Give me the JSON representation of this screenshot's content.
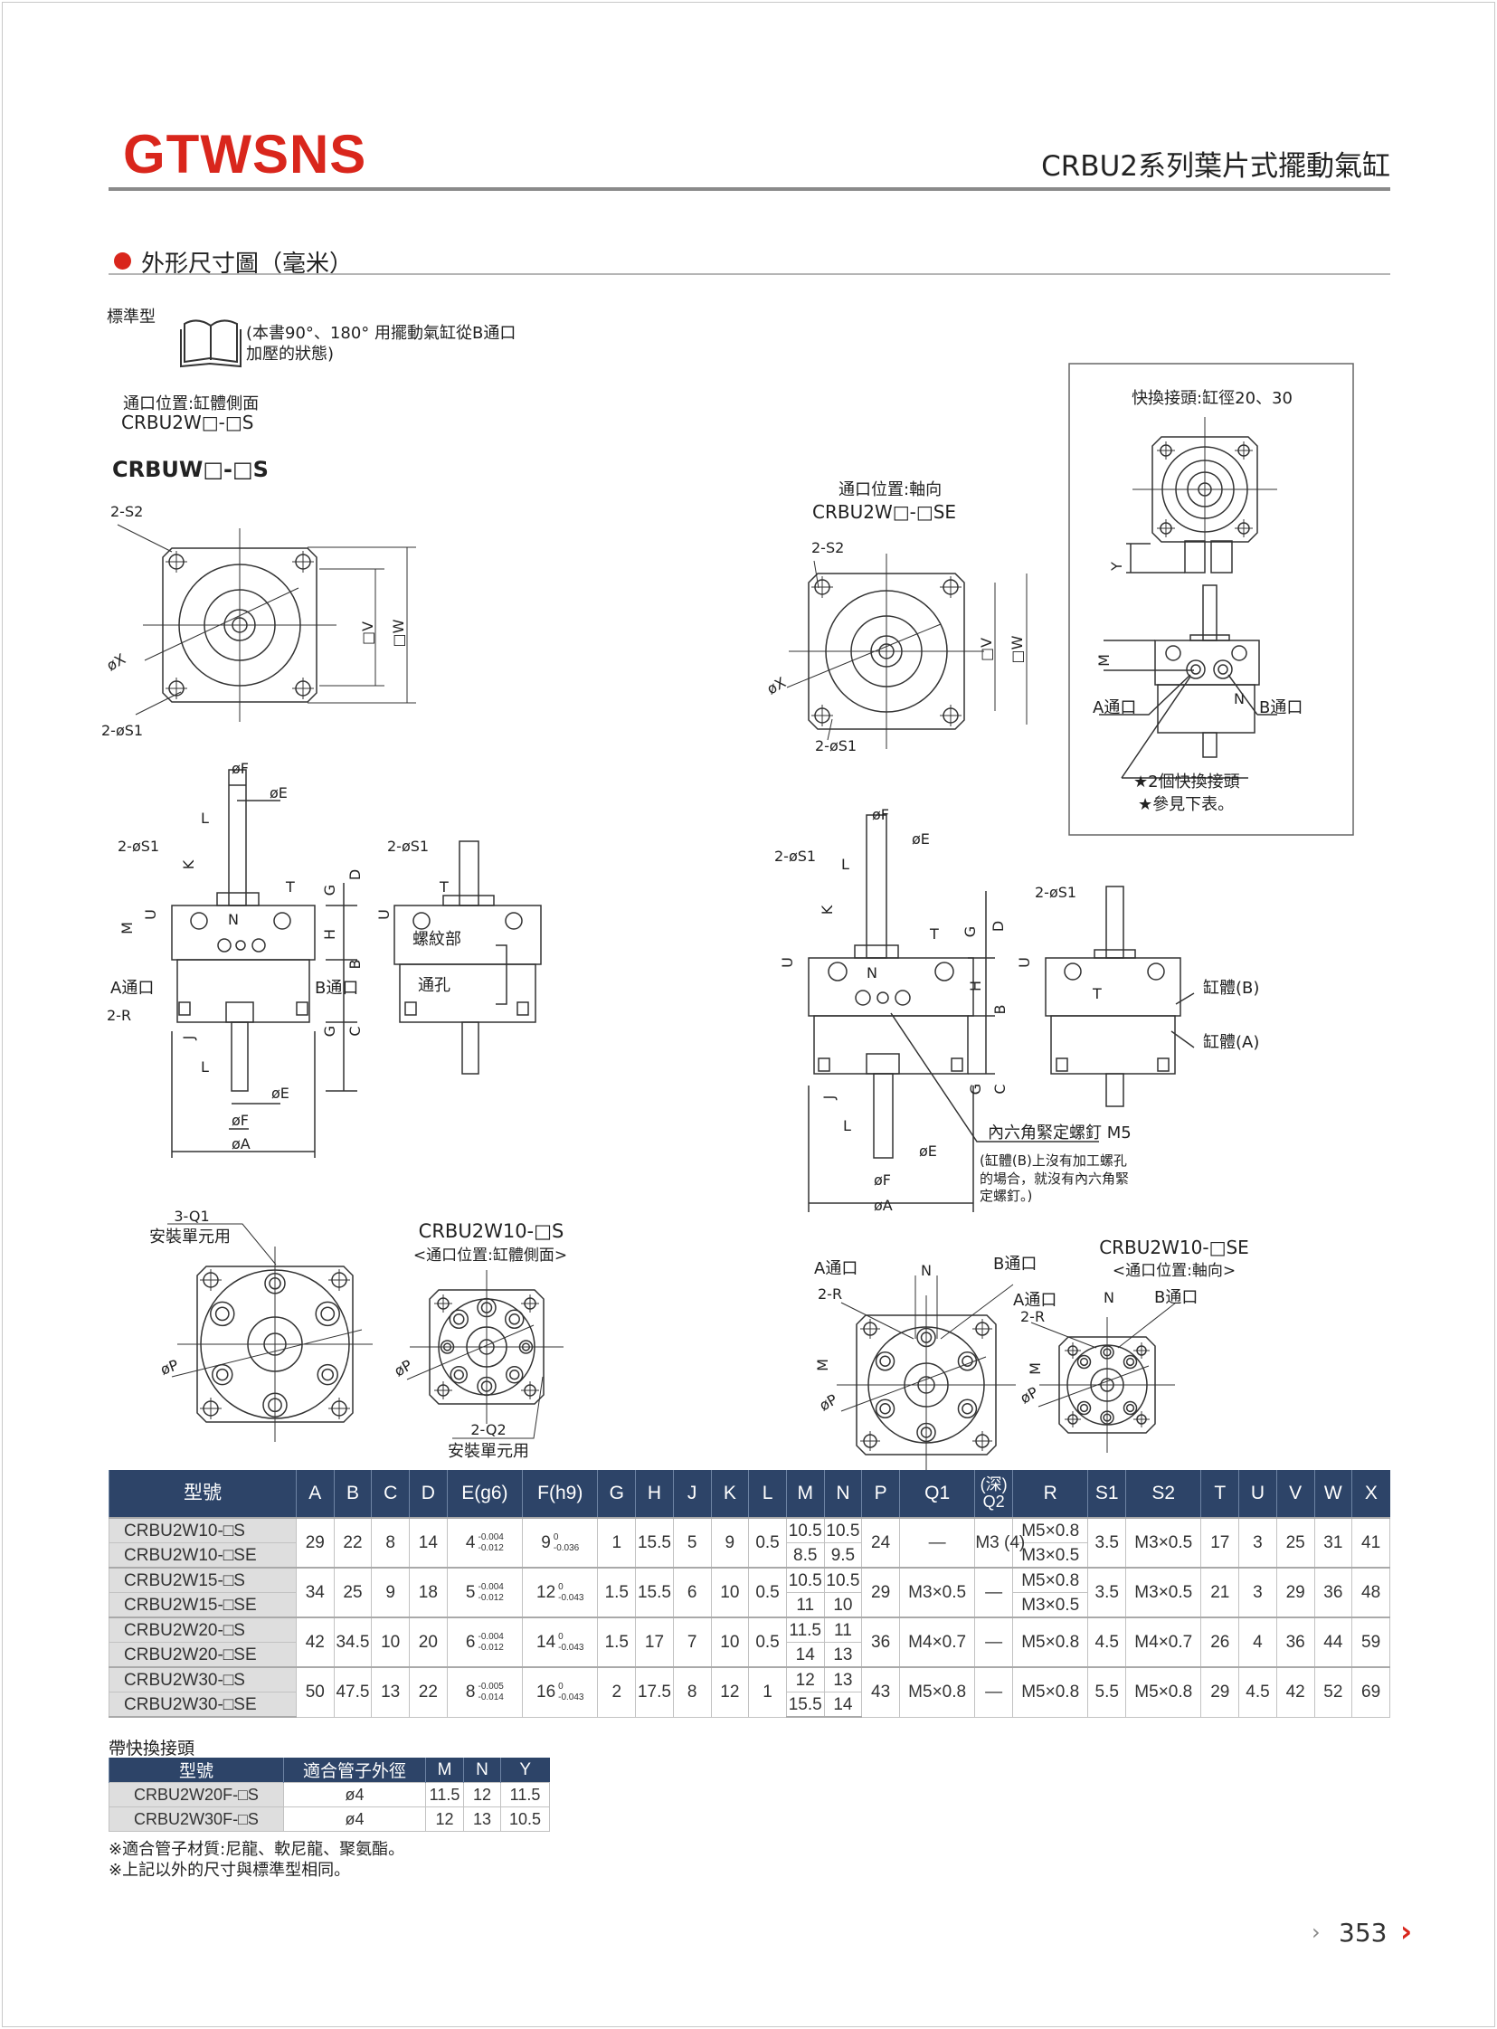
{
  "header": {
    "logo": "GTWSNS",
    "title": "CRBU2系列葉片式擺動氣缸"
  },
  "section": {
    "title": "外形尺寸圖（毫米）"
  },
  "intro": {
    "type_label": "標準型",
    "note_line1": "(本書90°、180° 用擺動氣缸從B通口",
    "note_line2": "加壓的狀態)",
    "port_pos_label": "通口位置:缸體側面",
    "port_pos_model": "CRBU2W□-□S",
    "model_heading": "CRBUW□-□S"
  },
  "d_left_plan": {
    "s2": "2-S2",
    "x": "øX",
    "s1": "2-øS1",
    "v": "□V",
    "w": "□W"
  },
  "d_axial": {
    "port_pos": "通口位置:軸向",
    "model": "CRBU2W□-□SE",
    "s2": "2-S2",
    "x": "øX",
    "s1": "2-øS1",
    "v": "□V",
    "w": "□W"
  },
  "d_quick": {
    "title": "快換接頭:缸徑20、30",
    "y": "Y",
    "m": "M",
    "a_port": "A通口",
    "b_port": "B通口",
    "n": "N",
    "note1": "★2個快換接頭",
    "note2": "★參見下表。"
  },
  "d_left_side": {
    "f": "øF",
    "e": "øE",
    "l": "L",
    "s1": "2-øS1",
    "k": "K",
    "t": "T",
    "g": "G",
    "d": "D",
    "u": "U",
    "m": "M",
    "n": "N",
    "h": "H",
    "b": "B",
    "a_port": "A通口",
    "b_port": "B通口",
    "r": "2-R",
    "g2": "G",
    "c": "C",
    "j": "J",
    "l2": "L",
    "e2": "øE",
    "f2": "øF",
    "a": "øA"
  },
  "d_left_side2": {
    "s1": "2-øS1",
    "t": "T",
    "u": "U",
    "thread": "螺紋部",
    "through": "通孔"
  },
  "d_mid_side": {
    "f": "øF",
    "e": "øE",
    "s1": "2-øS1",
    "l": "L",
    "k": "K",
    "t": "T",
    "g": "G",
    "d": "D",
    "u": "U",
    "n": "N",
    "h": "H",
    "b": "B",
    "g2": "G",
    "c": "C",
    "j": "J",
    "l2": "L",
    "e2": "øE",
    "f2": "øF",
    "a": "øA",
    "screw": "內六角緊定螺釘 M5",
    "note1": "(缸體(B)上沒有加工螺孔",
    "note2": "的場合，就沒有內六角緊",
    "note3": "定螺釘。)"
  },
  "d_right_side": {
    "s1": "2-øS1",
    "u": "U",
    "t": "T",
    "body_b": "缸體(B)",
    "body_a": "缸體(A)"
  },
  "d_bottom1": {
    "q1": "3-Q1",
    "mount": "安裝單元用",
    "p": "øP"
  },
  "d_bottom2": {
    "title": "CRBU2W10-□S",
    "sub": "<通口位置:缸體側面>",
    "q2": "2-Q2",
    "mount": "安裝單元用",
    "p": "øP"
  },
  "d_bottom3": {
    "a_port": "A通口",
    "n": "N",
    "b_port": "B通口",
    "r": "2-R",
    "m": "M",
    "p": "øP"
  },
  "d_bottom4": {
    "title": "CRBU2W10-□SE",
    "sub": "<通口位置:軸向>",
    "a_port": "A通口",
    "n": "N",
    "b_port": "B通口",
    "r": "2-R",
    "m": "M",
    "p": "øP"
  },
  "table": {
    "model_header": "型號",
    "columns": [
      "A",
      "B",
      "C",
      "D",
      "E(g6)",
      "F(h9)",
      "G",
      "H",
      "J",
      "K",
      "L",
      "M",
      "N",
      "P",
      "Q1",
      "(深)\nQ2",
      "R",
      "S1",
      "S2",
      "T",
      "U",
      "V",
      "W",
      "X"
    ],
    "keys": [
      "A",
      "B",
      "C",
      "D",
      "E",
      "F",
      "G",
      "H",
      "J",
      "K",
      "L",
      "M",
      "N",
      "P",
      "Q1",
      "Q2",
      "R",
      "S1",
      "S2",
      "T",
      "U",
      "V",
      "W",
      "X"
    ],
    "groups": [
      {
        "models": [
          "CRBU2W10-□S",
          "CRBU2W10-□SE"
        ],
        "A": "29",
        "B": "22",
        "C": "8",
        "D": "14",
        "E": {
          "v": "4",
          "up": "-0.004",
          "lo": "-0.012"
        },
        "F": {
          "v": "9",
          "up": "0",
          "lo": "-0.036"
        },
        "G": "1",
        "H": "15.5",
        "J": "5",
        "K": "9",
        "L": "0.5",
        "M": [
          "10.5",
          "8.5"
        ],
        "N": [
          "10.5",
          "9.5"
        ],
        "P": "24",
        "Q1": "—",
        "Q2": "M3\n(4)",
        "R": [
          "M5×0.8",
          "M3×0.5"
        ],
        "S1": "3.5",
        "S2": "M3×0.5",
        "T": "17",
        "U": "3",
        "V": "25",
        "W": "31",
        "X": "41"
      },
      {
        "models": [
          "CRBU2W15-□S",
          "CRBU2W15-□SE"
        ],
        "A": "34",
        "B": "25",
        "C": "9",
        "D": "18",
        "E": {
          "v": "5",
          "up": "-0.004",
          "lo": "-0.012"
        },
        "F": {
          "v": "12",
          "up": "0",
          "lo": "-0.043"
        },
        "G": "1.5",
        "H": "15.5",
        "J": "6",
        "K": "10",
        "L": "0.5",
        "M": [
          "10.5",
          "11"
        ],
        "N": [
          "10.5",
          "10"
        ],
        "P": "29",
        "Q1": "M3×0.5",
        "Q2": "—",
        "R": [
          "M5×0.8",
          "M3×0.5"
        ],
        "S1": "3.5",
        "S2": "M3×0.5",
        "T": "21",
        "U": "3",
        "V": "29",
        "W": "36",
        "X": "48"
      },
      {
        "models": [
          "CRBU2W20-□S",
          "CRBU2W20-□SE"
        ],
        "A": "42",
        "B": "34.5",
        "C": "10",
        "D": "20",
        "E": {
          "v": "6",
          "up": "-0.004",
          "lo": "-0.012"
        },
        "F": {
          "v": "14",
          "up": "0",
          "lo": "-0.043"
        },
        "G": "1.5",
        "H": "17",
        "J": "7",
        "K": "10",
        "L": "0.5",
        "M": [
          "11.5",
          "14"
        ],
        "N": [
          "11",
          "13"
        ],
        "P": "36",
        "Q1": "M4×0.7",
        "Q2": "—",
        "R": "M5×0.8",
        "S1": "4.5",
        "S2": "M4×0.7",
        "T": "26",
        "U": "4",
        "V": "36",
        "W": "44",
        "X": "59"
      },
      {
        "models": [
          "CRBU2W30-□S",
          "CRBU2W30-□SE"
        ],
        "A": "50",
        "B": "47.5",
        "C": "13",
        "D": "22",
        "E": {
          "v": "8",
          "up": "-0.005",
          "lo": "-0.014"
        },
        "F": {
          "v": "16",
          "up": "0",
          "lo": "-0.043"
        },
        "G": "2",
        "H": "17.5",
        "J": "8",
        "K": "12",
        "L": "1",
        "M": [
          "12",
          "15.5"
        ],
        "N": [
          "13",
          "14"
        ],
        "P": "43",
        "Q1": "M5×0.8",
        "Q2": "—",
        "R": "M5×0.8",
        "S1": "5.5",
        "S2": "M5×0.8",
        "T": "29",
        "U": "4.5",
        "V": "42",
        "W": "52",
        "X": "69"
      }
    ]
  },
  "quick_table": {
    "title": "帶快換接頭",
    "headers": [
      "型號",
      "適合管子外徑",
      "M",
      "N",
      "Y"
    ],
    "rows": [
      [
        "CRBU2W20F-□S",
        "ø4",
        "11.5",
        "12",
        "11.5"
      ],
      [
        "CRBU2W30F-□S",
        "ø4",
        "12",
        "13",
        "10.5"
      ]
    ]
  },
  "notes": [
    "※適合管子材質:尼龍、軟尼龍、聚氨酯。",
    "※上記以外的尺寸與標準型相同。"
  ],
  "page": {
    "number": "353",
    "prev_glyph": "›",
    "next_glyph": "›"
  },
  "colors": {
    "brand_red": "#d9261c",
    "table_header": "#2d4468"
  }
}
